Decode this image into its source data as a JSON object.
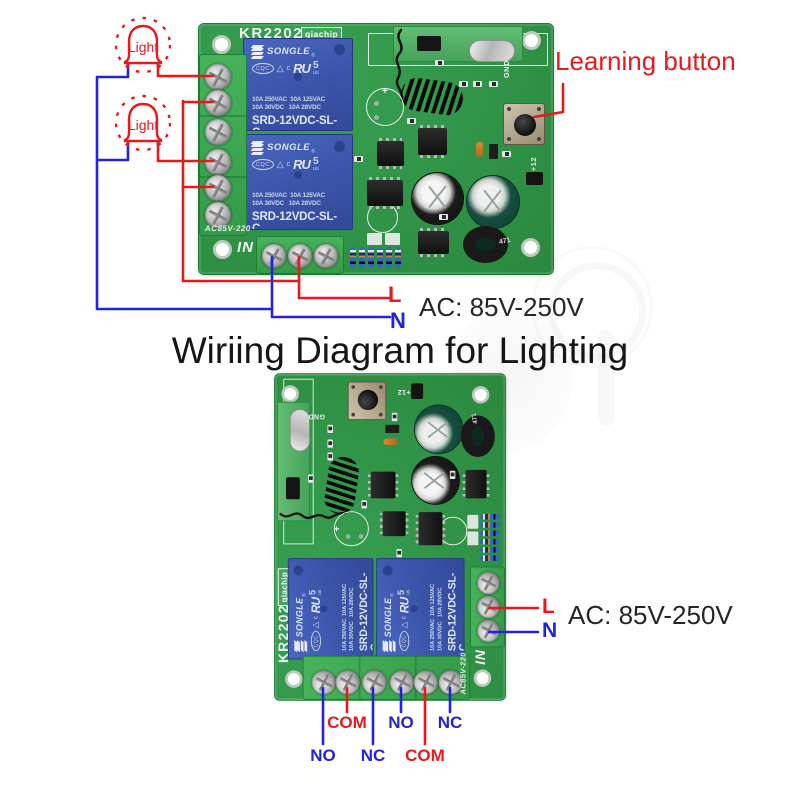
{
  "title": "Wiriing Diagram for Lighting",
  "top_diagram": {
    "light_label": "Light",
    "learning_button_label": "Learning button",
    "live_label": "L",
    "neutral_label": "N",
    "ac_rating": "AC: 85V-250V"
  },
  "bottom_diagram": {
    "live_label": "L",
    "neutral_label": "N",
    "ac_rating": "AC: 85V-250V",
    "terminal_labels": [
      {
        "label": "NO",
        "wire": "blue"
      },
      {
        "label": "COM",
        "wire": "red"
      },
      {
        "label": "NC",
        "wire": "blue"
      },
      {
        "label": "NO",
        "wire": "blue"
      },
      {
        "label": "COM",
        "wire": "red"
      },
      {
        "label": "NC",
        "wire": "blue"
      }
    ]
  },
  "board": {
    "model": "KR2202",
    "brand": "qiachip",
    "relay": {
      "brand": "SONGLE",
      "reg_mark": "®",
      "cert_cqc": "CQC",
      "ul_prefix": "c",
      "ul_mark": "RU",
      "ul_suffix": "us",
      "amp": "5",
      "rating_line1": "10A 250VAC  10A 125VAC",
      "rating_line2": "10A 30VDC   10A 28VDC",
      "model": "SRD-12VDC-SL-C"
    },
    "silkscreen": {
      "input_label": "IN",
      "ac_input": "AC85V-220",
      "gnd": "GND",
      "plus12": "+12"
    },
    "inductor_value": "471"
  },
  "colors": {
    "pcb_green": "#2f9447",
    "terminal_green": "#3cae54",
    "relay_blue": "#3b56ac",
    "wire_red": "#e8191c",
    "wire_blue": "#2323d8",
    "text_dark": "#262626"
  }
}
